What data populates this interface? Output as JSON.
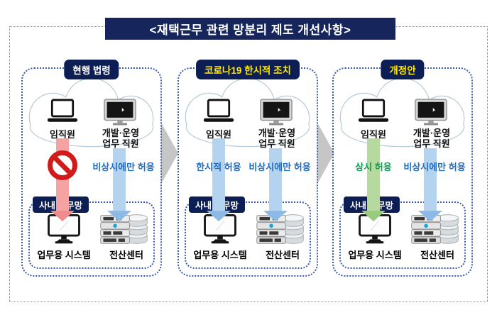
{
  "title": "<재택근무 관련 망분리 제도 개선사항>",
  "colors": {
    "navy": "#16265c",
    "panel_border_blue": "#3b5bb0",
    "header_yellow": "#ffe800",
    "arrow_red": "#f5a2a2",
    "arrow_blue": "#b3d3ef",
    "arrow_green": "#b5d99f",
    "prohibit_red": "#d11a1a",
    "label_blue": "#1d6fc9",
    "label_green": "#00a44f",
    "connector_gray": "#c6c6c6"
  },
  "panels": [
    {
      "header": "현행 법령",
      "cloud": {
        "left_label": "임직원",
        "right_label_line1": "개발·운영",
        "right_label_line2": "업무 직원"
      },
      "left_arrow": {
        "label": "",
        "prohibited": true
      },
      "right_arrow": {
        "label": "비상시에만 허용"
      },
      "network": {
        "badge": "사내 업무망",
        "left_label": "업무용 시스템",
        "right_label": "전산센터"
      }
    },
    {
      "header": "코로나19 한시적 조치",
      "cloud": {
        "left_label": "임직원",
        "right_label_line1": "개발·운영",
        "right_label_line2": "업무 직원"
      },
      "left_arrow": {
        "label": "한시적 허용",
        "prohibited": false
      },
      "right_arrow": {
        "label": "비상시에만 허용"
      },
      "network": {
        "badge": "사내 업무망",
        "left_label": "업무용 시스템",
        "right_label": "전산센터"
      }
    },
    {
      "header": "개정안",
      "cloud": {
        "left_label": "임직원",
        "right_label_line1": "개발·운영",
        "right_label_line2": "업무 직원"
      },
      "left_arrow": {
        "label": "상시 허용",
        "prohibited": false
      },
      "right_arrow": {
        "label": "비상시에만 허용"
      },
      "network": {
        "badge": "사내 업무망",
        "left_label": "업무용 시스템",
        "right_label": "전산센터"
      }
    }
  ]
}
